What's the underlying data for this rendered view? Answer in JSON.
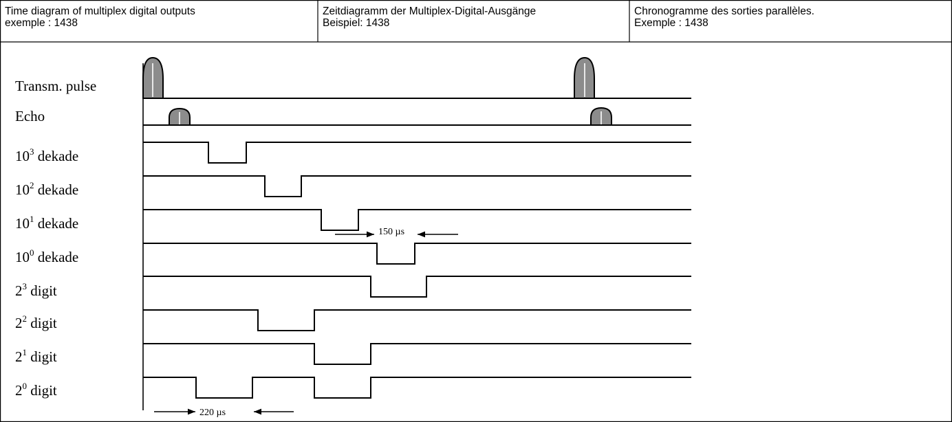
{
  "header": {
    "cells": [
      {
        "line1": "Time diagram of multiplex digital outputs",
        "line2": "exemple : 1438"
      },
      {
        "line1": "Zeitdiagramm der Multiplex-Digital-Ausgänge",
        "line2": "Beispiel: 1438"
      },
      {
        "line1": "Chronogramme des sorties parallèles.",
        "line2": "Exemple : 1438"
      }
    ]
  },
  "signals": [
    {
      "label": "Transm. pulse",
      "base": "",
      "exp": "",
      "kind": "pulse"
    },
    {
      "label": "Echo",
      "base": "",
      "exp": "",
      "kind": "pulse"
    },
    {
      "label": "",
      "base": "10",
      "exp": "3",
      "suffix": " dekade",
      "kind": "digital",
      "low": [
        [
          303,
          358
        ]
      ]
    },
    {
      "label": "",
      "base": "10",
      "exp": "2",
      "suffix": " dekade",
      "kind": "digital",
      "low": [
        [
          385,
          438
        ]
      ]
    },
    {
      "label": "",
      "base": "10",
      "exp": "1",
      "suffix": " dekade",
      "kind": "digital",
      "low": [
        [
          467,
          521
        ]
      ]
    },
    {
      "label": "",
      "base": "10",
      "exp": "0",
      "suffix": " dekade",
      "kind": "digital",
      "low": [
        [
          548,
          603
        ]
      ]
    },
    {
      "label": "",
      "base": "2",
      "exp": "3",
      "suffix": " digit",
      "kind": "digital",
      "low": [
        [
          539,
          620
        ]
      ]
    },
    {
      "label": "",
      "base": "2",
      "exp": "2",
      "suffix": " digit",
      "kind": "digital",
      "low": [
        [
          375,
          457
        ]
      ]
    },
    {
      "label": "",
      "base": "2",
      "exp": "1",
      "suffix": " digit",
      "kind": "digital",
      "low": [
        [
          457,
          539
        ]
      ]
    },
    {
      "label": "",
      "base": "2",
      "exp": "0",
      "suffix": " digit",
      "kind": "digital",
      "low": [
        [
          285,
          367
        ],
        [
          457,
          539
        ]
      ]
    }
  ],
  "annotations": {
    "pulse_width": "150 µs",
    "digit_width": "220 µs"
  }
}
